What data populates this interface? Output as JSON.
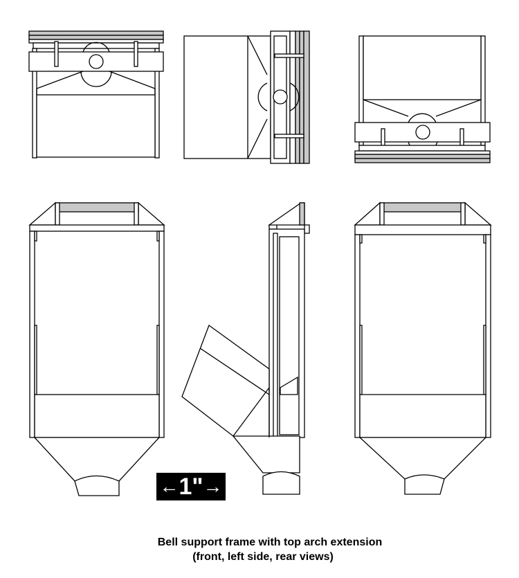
{
  "scale_bar": {
    "left_arrow": "←",
    "label": "1\"",
    "right_arrow": "→"
  },
  "caption": {
    "line1": "Bell support frame with top arch extension",
    "line2": "(front, left side, rear views)"
  }
}
